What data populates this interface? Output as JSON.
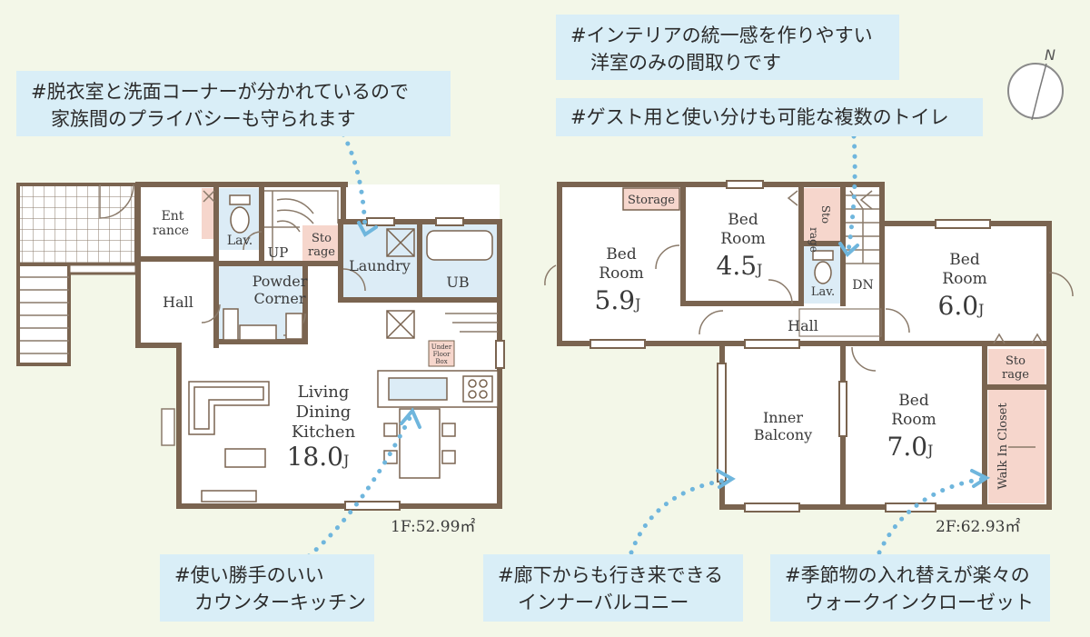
{
  "callouts": {
    "privacy": {
      "line1": "#脱衣室と洗面コーナーが分かれているので",
      "line2": "家族間のプライバシーも守られます"
    },
    "interior": {
      "line1": "#インテリアの統一感を作りやすい",
      "line2": "洋室のみの間取りです"
    },
    "toilets": {
      "line1": "#ゲスト用と使い分けも可能な複数のトイレ"
    },
    "counter": {
      "line1": "#使い勝手のいい",
      "line2": "カウンターキッチン"
    },
    "balcony": {
      "line1": "#廊下からも行き来できる",
      "line2": "インナーバルコニー"
    },
    "closet": {
      "line1": "#季節物の入れ替えが楽々の",
      "line2": "ウォークインクローゼット"
    }
  },
  "compass": {
    "north": "N"
  },
  "floor1": {
    "area": "1F:52.99㎡",
    "rooms": {
      "entrance": {
        "line1": "Ent",
        "line2": "rance"
      },
      "lav": "Lav.",
      "up": "UP",
      "storage": {
        "line1": "Sto",
        "line2": "rage"
      },
      "laundry": "Laundry",
      "ub": "UB",
      "hall": "Hall",
      "powder": {
        "line1": "Powder",
        "line2": "Corner"
      },
      "underfloor": {
        "line1": "Under",
        "line2": "Floor",
        "line3": "Box"
      },
      "ldk": {
        "line1": "Living",
        "line2": "Dining",
        "line3": "Kitchen",
        "size": "18.0",
        "unit": "J"
      }
    }
  },
  "floor2": {
    "area": "2F:62.93㎡",
    "rooms": {
      "storage_top": "Storage",
      "bed59": {
        "line1": "Bed",
        "line2": "Room",
        "size": "5.9",
        "unit": "J"
      },
      "bed45": {
        "line1": "Bed",
        "line2": "Room",
        "size": "4.5",
        "unit": "J"
      },
      "storage_mid": {
        "line1": "Sto",
        "line2": "rage"
      },
      "lav": "Lav.",
      "dn": "DN",
      "hall": "Hall",
      "bed60": {
        "line1": "Bed",
        "line2": "Room",
        "size": "6.0",
        "unit": "J"
      },
      "storage_right": {
        "line1": "Sto",
        "line2": "rage"
      },
      "balcony": {
        "line1": "Inner",
        "line2": "Balcony"
      },
      "bed70": {
        "line1": "Bed",
        "line2": "Room",
        "size": "7.0",
        "unit": "J"
      },
      "wic": "Walk In Closet"
    }
  },
  "colors": {
    "wall": "#7a6450",
    "wet": "#dcecf6",
    "storage": "#f6d6cc",
    "dots": "#6fb6dd",
    "background": "#f3f7e8"
  }
}
